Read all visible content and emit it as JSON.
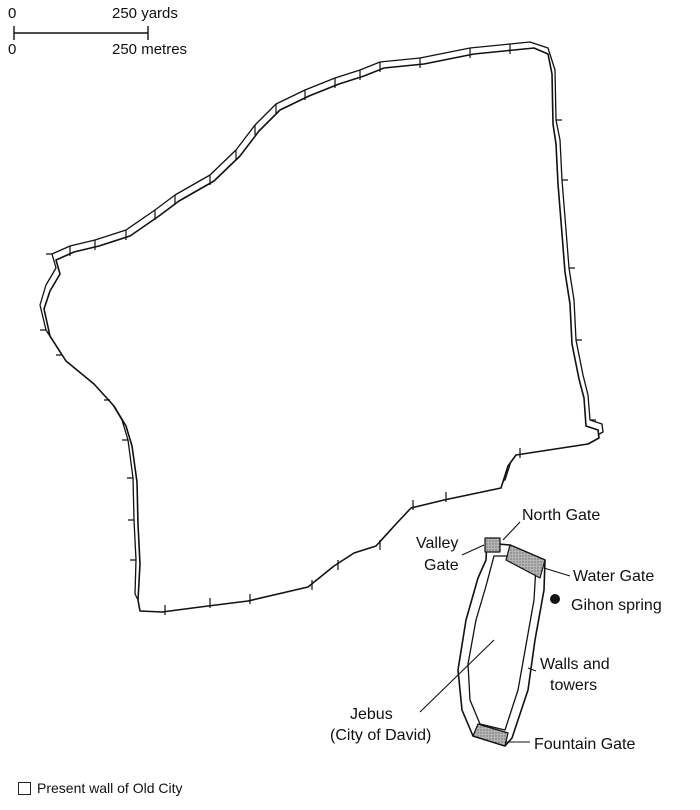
{
  "scale": {
    "zero_top": "0",
    "yards_label": "250 yards",
    "zero_bottom": "0",
    "metres_label": "250 metres"
  },
  "labels": {
    "north_gate": "North Gate",
    "valley_gate_line1": "Valley",
    "valley_gate_line2": "Gate",
    "water_gate": "Water Gate",
    "gihon_spring": "Gihon spring",
    "walls_line1": "Walls and",
    "walls_line2": "towers",
    "jebus_line1": "Jebus",
    "jebus_line2": "(City of David)",
    "fountain_gate": "Fountain Gate"
  },
  "legend": {
    "present_wall": "Present wall of Old City"
  },
  "colors": {
    "ink": "#111111",
    "gate_hatch": "#9a9a9a",
    "wall_face": "#ffffff"
  }
}
